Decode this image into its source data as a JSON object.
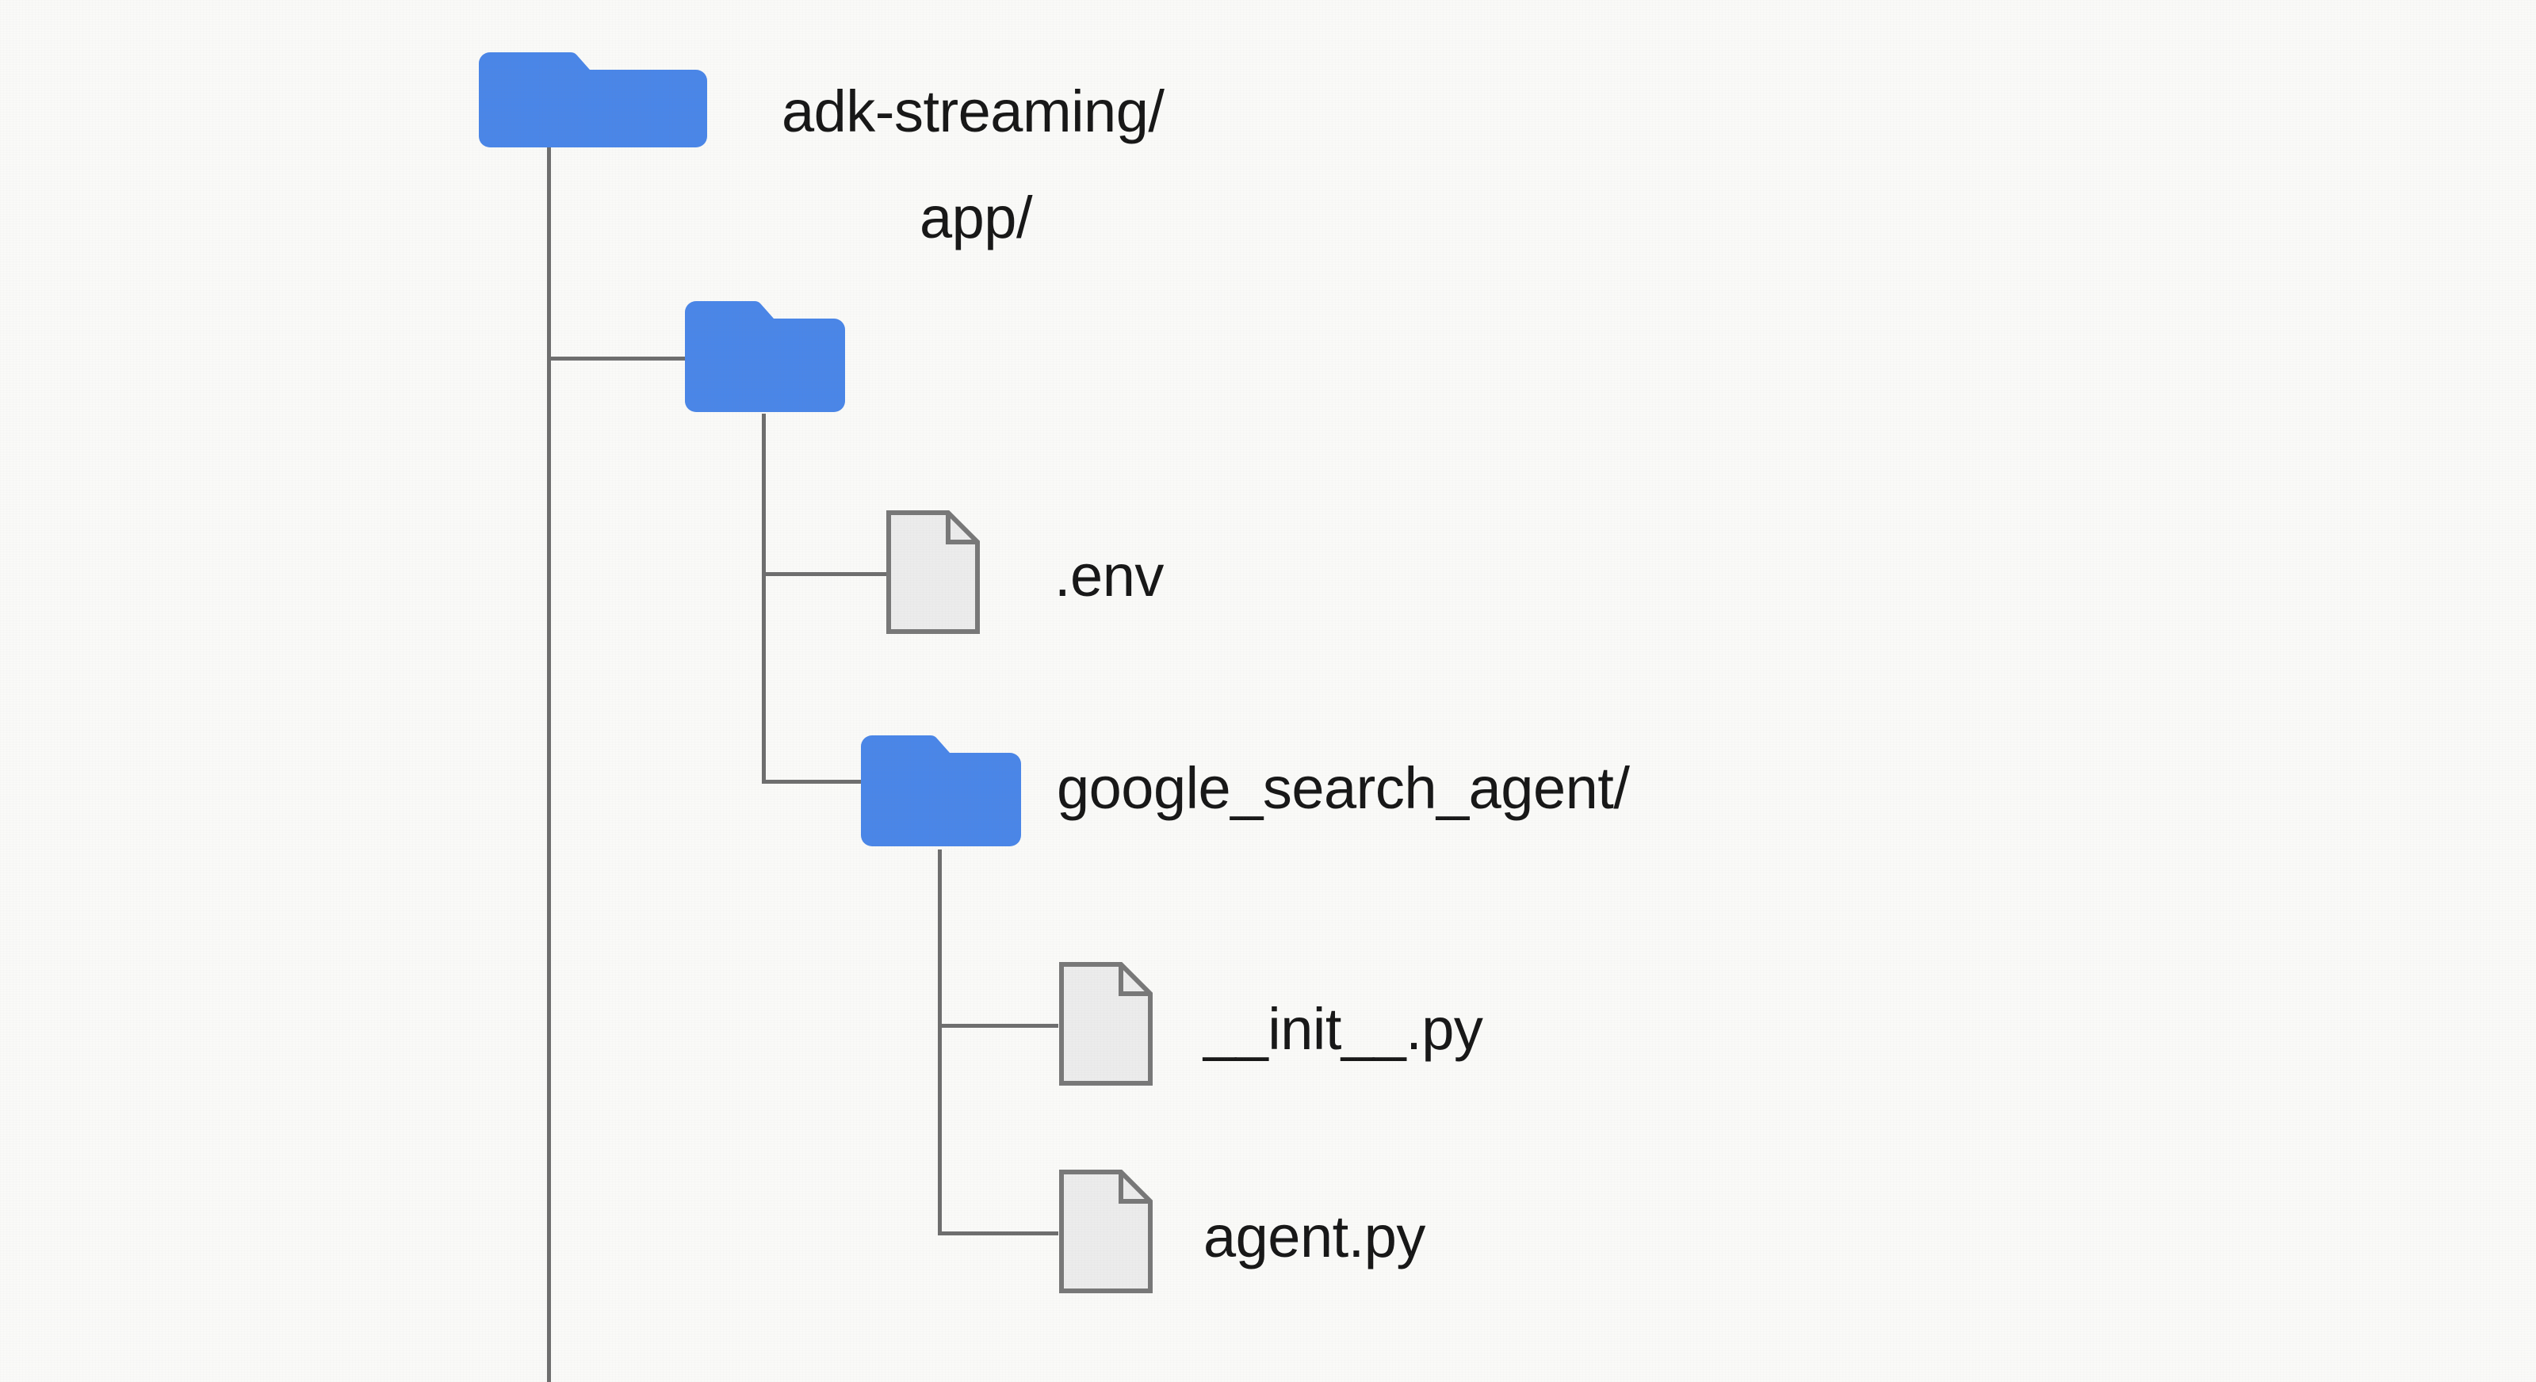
{
  "diagram": {
    "type": "file-tree",
    "title": "adk-streaming project structure",
    "background_color": "#fafaf8",
    "folder_color": "#4a86e8",
    "file_fill_color": "#ececec",
    "file_stroke_color": "#787878",
    "connector_color": "#6e6e6e",
    "text_color": "#171717"
  },
  "nodes": [
    {
      "id": "adk-streaming",
      "label": "adk-streaming/",
      "kind": "folder",
      "depth": 0,
      "icon": "folder-icon",
      "parent": null
    },
    {
      "id": "app",
      "label": "app/",
      "kind": "folder",
      "depth": 1,
      "icon": "folder-icon",
      "parent": "adk-streaming"
    },
    {
      "id": "env",
      "label": ".env",
      "kind": "file",
      "depth": 2,
      "icon": "file-icon",
      "parent": "app"
    },
    {
      "id": "google_search_agent",
      "label": "google_search_agent/",
      "kind": "folder",
      "depth": 2,
      "icon": "folder-icon",
      "parent": "app"
    },
    {
      "id": "init_py",
      "label": "__init__.py",
      "kind": "file",
      "depth": 3,
      "icon": "file-icon",
      "parent": "google_search_agent"
    },
    {
      "id": "agent_py",
      "label": "agent.py",
      "kind": "file",
      "depth": 3,
      "icon": "file-icon",
      "parent": "google_search_agent"
    }
  ]
}
